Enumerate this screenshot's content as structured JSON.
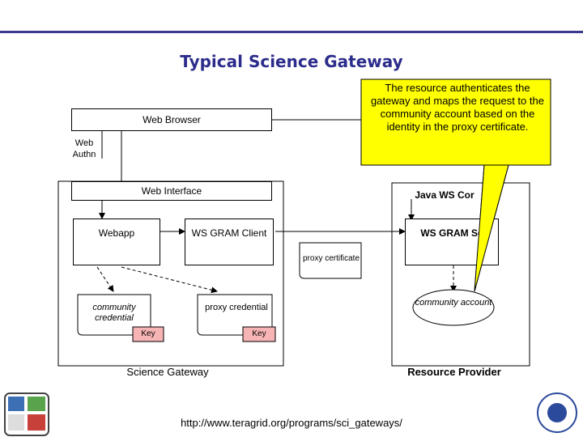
{
  "title": "Typical Science Gateway",
  "callout": "The resource authenticates the gateway and maps the request to the community account based on the identity in the proxy certificate.",
  "boxes": {
    "web_browser": "Web Browser",
    "web_authn": "Web Authn",
    "web_interface": "Web Interface",
    "webapp": "Webapp",
    "wsgram_client": "WS GRAM Client",
    "java_ws_core": "Java WS Cor",
    "wsgram_service": "WS GRAM Se"
  },
  "items": {
    "proxy_certificate": "proxy certificate",
    "community_credential": "community credential",
    "proxy_credential": "proxy credential",
    "community_account": "community account",
    "key1": "Key",
    "key2": "Key"
  },
  "regions": {
    "science_gateway": "Science Gateway",
    "resource_provider": "Resource Provider"
  },
  "footer_url": "http://www.teragrid.org/programs/sci_gateways/",
  "colors": {
    "title": "#2c2c8c",
    "callout_fill": "#ffff00",
    "key_fill": "#f7b4b4",
    "top_bar": "#3a3a8c"
  },
  "logos": [
    "teragrid-logo-icon",
    "nsf-logo-icon"
  ]
}
